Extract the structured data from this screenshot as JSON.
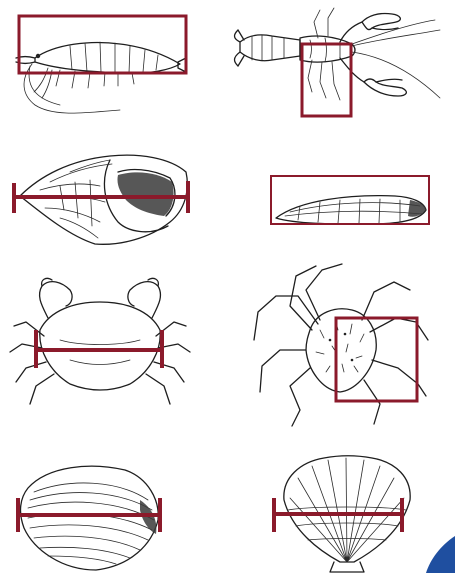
{
  "figure": {
    "accent_color": "#8b1a2b",
    "ink_color": "#1e1e1e",
    "corner_badge_color": "#1f4fa0",
    "specimens": [
      {
        "id": "shrimp",
        "measure": "box"
      },
      {
        "id": "lobster",
        "measure": "box"
      },
      {
        "id": "whelk",
        "measure": "bar"
      },
      {
        "id": "razor-clam",
        "measure": "box"
      },
      {
        "id": "shore-crab",
        "measure": "bar"
      },
      {
        "id": "spider-crab",
        "measure": "box"
      },
      {
        "id": "clam",
        "measure": "bar"
      },
      {
        "id": "scallop",
        "measure": "bar"
      }
    ]
  }
}
